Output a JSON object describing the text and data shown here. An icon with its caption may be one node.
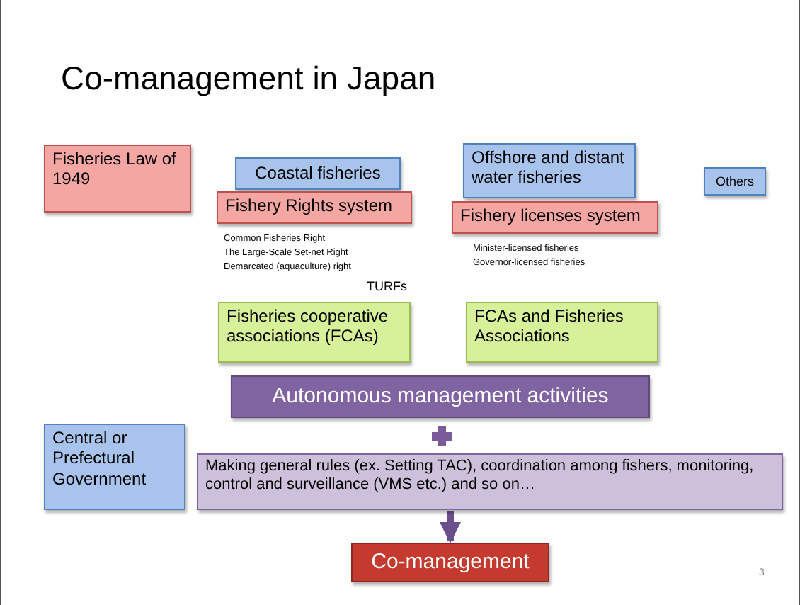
{
  "diagram": {
    "title": "Co-management in Japan",
    "nodes": [
      {
        "text": [
          "Fisheries Law of 1949"
        ]
      },
      {
        "text": [
          "Coastal fisheries"
        ]
      },
      {
        "text": [
          "Fishery Rights system"
        ]
      },
      {
        "text": [
          "Offshore and distant water fisheries"
        ]
      },
      {
        "text": [
          "Others"
        ]
      },
      {
        "text": [
          "Fishery licenses system"
        ]
      },
      {
        "text": [
          "Fisheries cooperative associations (FCAs)"
        ]
      },
      {
        "text": [
          "FCAs and Fisheries Associations"
        ]
      },
      {
        "text": [
          "Autonomous management activities"
        ]
      },
      {
        "text": [
          "Central or Prefectural Government"
        ]
      },
      {
        "text": [
          "Making general rules (ex. Setting TAC), coordination among fishers, monitoring, control and surveillance (VMS etc.) and  so on…"
        ]
      },
      {
        "text": [
          "Co-management"
        ]
      }
    ],
    "edges": [
      {
        "from": 10,
        "to": 11,
        "arrow": "to"
      }
    ],
    "labels": [
      "Common Fisheries Right",
      "The Large-Scale Set-net Right",
      "Demarcated (aquaculture) right",
      "Minister-licensed fisheries",
      "Governor-licensed fisheries",
      "TURFs",
      "3"
    ]
  }
}
